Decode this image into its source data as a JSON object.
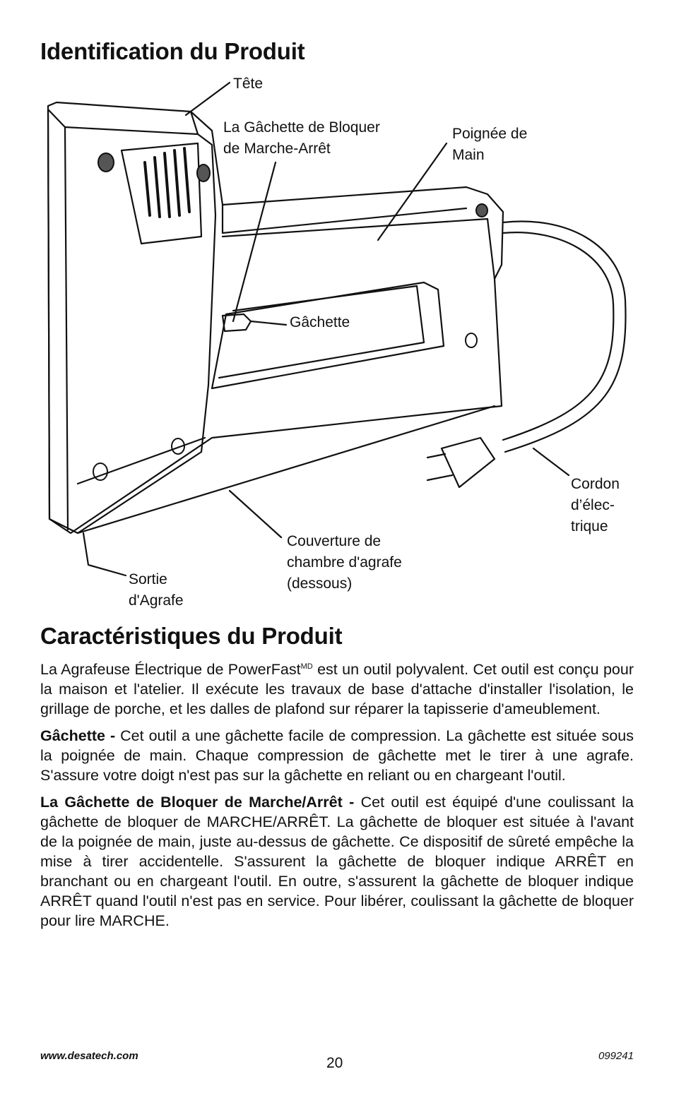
{
  "title": "Identification du Produit",
  "diagram": {
    "labels": {
      "tete": "Tête",
      "gachette_bloquer": "La Gâchette de Bloquer\nde Marche-Arrêt",
      "poignee": "Poignée de\nMain",
      "gachette": "Gâchette",
      "cordon": "Cordon\nd’élec-\ntrique",
      "couverture": "Couverture de\nchambre d'agrafe\n(dessous)",
      "sortie": "Sortie\nd'Agrafe"
    }
  },
  "section2_title": "Caractéristiques du Produit",
  "paragraphs": {
    "intro_a": "La Agrafeuse Électrique de PowerFast",
    "intro_sup": "MD",
    "intro_b": " est un outil polyvalent. Cet outil est conçu pour la maison et l'atelier. Il exécute les travaux de base d'attache d'installer l'isolation, le grillage de porche, et les dalles de plafond sur réparer la tapisserie d'ameublement.",
    "trigger_label": "Gâchette -",
    "trigger_text": " Cet outil a une gâchette facile de compression. La gâchette est située sous la poignée de main. Chaque compression de gâchette met le tirer à une agrafe. S'assure votre doigt n'est pas sur la gâchette en reliant ou en chargeant l'outil.",
    "lock_label": "La Gâchette de Bloquer de Marche/Arrêt -",
    "lock_text": " Cet outil est équipé d'une coulissant la gâchette de bloquer de MARCHE/ARRÊT. La gâchette de bloquer est située à l'avant de la poignée de main, juste au-dessus de gâchette. Ce dispositif de sûreté empêche la mise à tirer accidentelle. S'assurent la gâchette de bloquer indique ARRÊT en branchant ou en chargeant l'outil. En outre, s'assurent la gâchette de bloquer indique ARRÊT quand l'outil n'est pas en service. Pour libérer, coulissant la gâchette de bloquer pour lire MARCHE."
  },
  "footer": {
    "url": "www.desatech.com",
    "page": "20",
    "code": "099241"
  }
}
